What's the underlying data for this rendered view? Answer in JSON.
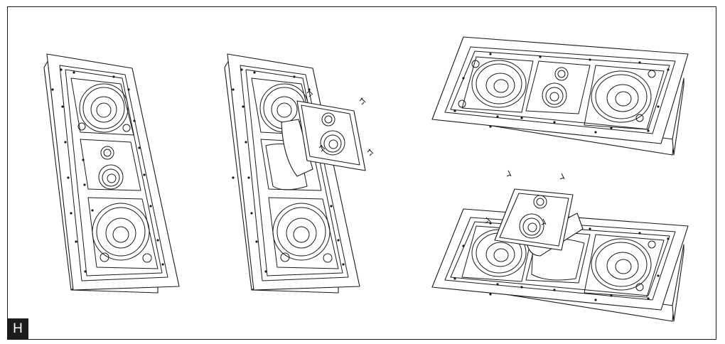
{
  "figure": {
    "step_label": "H",
    "colors": {
      "line": "#1a1a1a",
      "background": "#ffffff",
      "badge": "#1c1c1c"
    },
    "panels": [
      {
        "name": "vertical-speaker-assembled"
      },
      {
        "name": "vertical-speaker-pivot-open"
      },
      {
        "name": "horizontal-speaker-assembled"
      },
      {
        "name": "horizontal-speaker-pivot-open"
      }
    ]
  }
}
